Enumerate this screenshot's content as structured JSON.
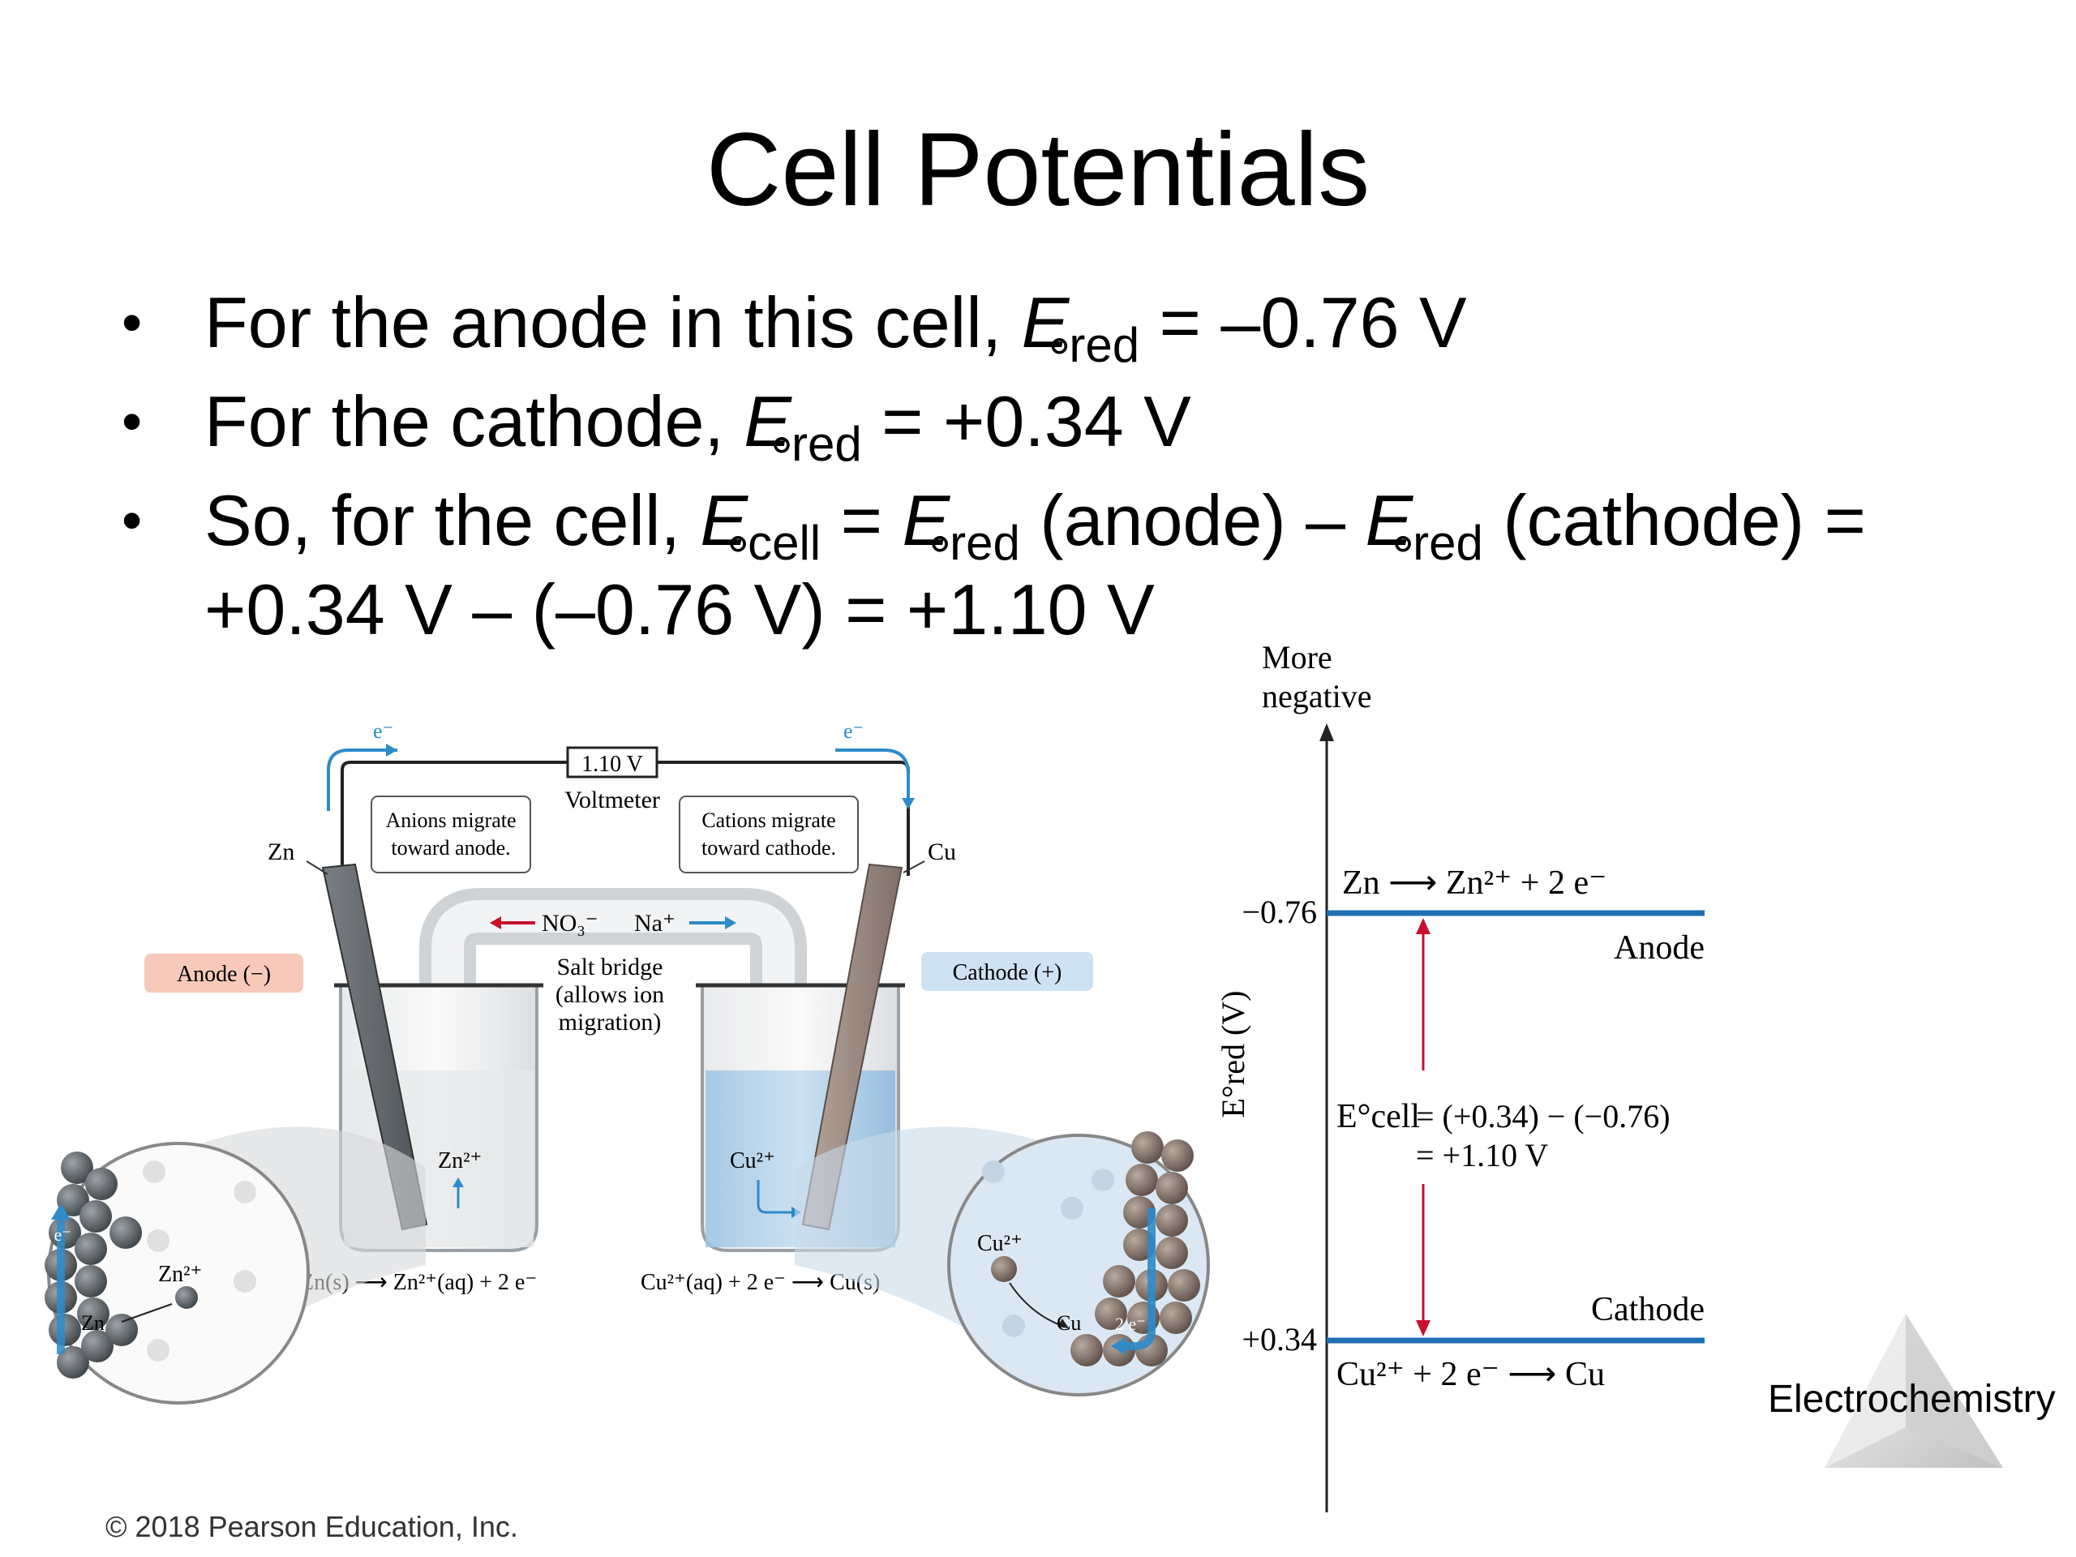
{
  "slide": {
    "title": "Cell Potentials",
    "bullets": [
      {
        "pre": "For the anode in this cell, ",
        "E": "E",
        "sub": "red",
        "post": " = –0.76 V"
      },
      {
        "pre": "For the cathode, ",
        "E": "E",
        "sub": "red",
        "post": " = +0.34 V"
      },
      {
        "l1_pre": "So, for the cell, ",
        "E": "E",
        "sub_cell": "cell",
        "eq": " = ",
        "sub_red": "red",
        "anode": " (anode) – ",
        "cathode": " (cathode)  =",
        "line2": "+0.34 V – (–0.76 V)  =  +1.10 V"
      }
    ],
    "copyright": "© 2018 Pearson Education, Inc.",
    "footer_label": "Electrochemistry"
  },
  "cell_diagram": {
    "voltmeter_value": "1.10 V",
    "voltmeter_label": "Voltmeter",
    "electron_left": "e⁻",
    "electron_right": "e⁻",
    "anion_note": [
      "Anions migrate",
      "toward anode."
    ],
    "cation_note": [
      "Cations migrate",
      "toward cathode."
    ],
    "zn_label": "Zn",
    "cu_label": "Cu",
    "no3_label": "NO₃⁻",
    "na_label": "Na⁺",
    "salt_bridge": [
      "Salt bridge",
      "(allows ion",
      "migration)"
    ],
    "anode_badge": "Anode (−)",
    "cathode_badge": "Cathode (+)",
    "zn_ion": "Zn²⁺",
    "cu_ion": "Cu²⁺",
    "anode_reaction": "Zn(s) ⟶ Zn²⁺(aq) + 2 e⁻",
    "cathode_reaction": "Cu²⁺(aq) + 2 e⁻ ⟶ Cu(s)",
    "zoom_left_e": "2 e⁻",
    "zoom_left_ion": "Zn²⁺",
    "zoom_left_atom": "Zn",
    "zoom_right_ion": "Cu²⁺",
    "zoom_right_atom": "Cu",
    "zoom_right_e": "2 e⁻"
  },
  "potential_diagram": {
    "axis_top": [
      "More",
      "negative"
    ],
    "axis_label": "E°red (V)",
    "top_value": "−0.76",
    "top_reaction": "Zn ⟶ Zn²⁺ + 2 e⁻",
    "top_role": "Anode",
    "bottom_value": "+0.34",
    "bottom_reaction": "Cu²⁺ +  2 e⁻ ⟶ Cu",
    "bottom_role": "Cathode",
    "ecell_symbol": "E°cell",
    "ecell_eq1": "= (+0.34) − (−0.76)",
    "ecell_eq2": "= +1.10 V",
    "line_color": "#1f6fb5",
    "arrow_color": "#c8102e"
  }
}
